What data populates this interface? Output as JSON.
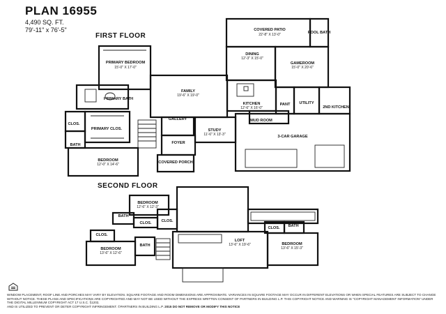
{
  "header": {
    "title": "PLAN 16955",
    "sqft": "4,490 SQ. FT.",
    "dimensions": "79'-11\" x 76'-5\""
  },
  "floors": {
    "first": "FIRST FLOOR",
    "second": "SECOND FLOOR"
  },
  "rooms": {
    "covered_patio": {
      "name": "COVERED PATIO",
      "dim": "22'-8\" X 13'-0\""
    },
    "pool_bath": {
      "name": "POOL BATH"
    },
    "dining": {
      "name": "DINING",
      "dim": "12'-3\" X 15'-0\""
    },
    "gameroom": {
      "name": "GAMEROOM",
      "dim": "15'-0\" X 20'-6\""
    },
    "primary_bedroom": {
      "name": "PRIMARY BEDROOM",
      "dim": "15'-0\" X 17'-0\""
    },
    "family": {
      "name": "FAMILY",
      "dim": "19'-6\" X 19'-0\""
    },
    "primary_bath": {
      "name": "PRIMARY BATH"
    },
    "kitchen": {
      "name": "KITCHEN",
      "dim": "12'-6\" X 16'-0\""
    },
    "pant": {
      "name": "PANT"
    },
    "utility": {
      "name": "UTILITY"
    },
    "second_kitchen": {
      "name": "2ND KITCHEN"
    },
    "gallery": {
      "name": "GALLERY"
    },
    "primary_clos": {
      "name": "PRIMARY CLOS."
    },
    "clos_first": {
      "name": "CLOS."
    },
    "mud_room": {
      "name": "MUD ROOM"
    },
    "study": {
      "name": "STUDY",
      "dim": "11'-6\" X 13'-3\""
    },
    "garage": {
      "name": "3-CAR GARAGE"
    },
    "bath_first": {
      "name": "BATH"
    },
    "foyer": {
      "name": "FOYER"
    },
    "bedroom_first": {
      "name": "BEDROOM",
      "dim": "12'-0\" X 14'-6\""
    },
    "covered_porch": {
      "name": "COVERED PORCH"
    },
    "bedroom_2a": {
      "name": "BEDROOM",
      "dim": "12'-6\" X 12'-3\""
    },
    "bath_2a": {
      "name": "BATH"
    },
    "clos_2a": {
      "name": "CLOS."
    },
    "clos_2b": {
      "name": "CLOS."
    },
    "bath_2b": {
      "name": "BATH"
    },
    "bedroom_2b": {
      "name": "BEDROOM",
      "dim": "13'-6\" X 12'-6\""
    },
    "clos_2c": {
      "name": "CLOS."
    },
    "loft": {
      "name": "LOFT",
      "dim": "13'-6\" X 19'-6\""
    },
    "clos_2d": {
      "name": "CLOS."
    },
    "bath_2c": {
      "name": "BATH"
    },
    "bedroom_2c": {
      "name": "BEDROOM",
      "dim": "13'-6\" X 15'-3\""
    }
  },
  "disclaimer": "WINDOW PLACEMENT, ROOF LINE AND PORCHES MAY VARY BY ELEVATION. SQUARE FOOTAGE AND ROOM DIMENSIONS ARE APPROXIMATE. VARIANCES IN SQUARE FOOTAGE MAY OCCUR IN DIFFERENT ELEVATIONS OR WHEN SPECIAL FEATURES ARE SUBJECT TO CHANGE WITHOUT NOTICE. THESE PLANS AND SPECIFICATIONS ARE COPYRIGHTED AND MAY NOT BE USED WITHOUT THE EXPRESS WRITTEN CONSENT OF PARTNERS IN BUILDING L.P. THIS COPYRIGHT NOTICE AND WARNING IS \"COPYRIGHT MANAGEMENT INFORMATION\" UNDER THE DIGITAL MILLENNIUM COPYRIGHT ACT 17 U.S.C. §1202,",
  "footer": {
    "text": "AND IS UTILIZED TO PREVENT OR DETER COPYRIGHT INFRINGEMENT. ©PARTNERS IN BUILDING L.P.",
    "year": "2015",
    "warning": "DO NOT REMOVE OR MODIFY THIS NOTICE"
  }
}
